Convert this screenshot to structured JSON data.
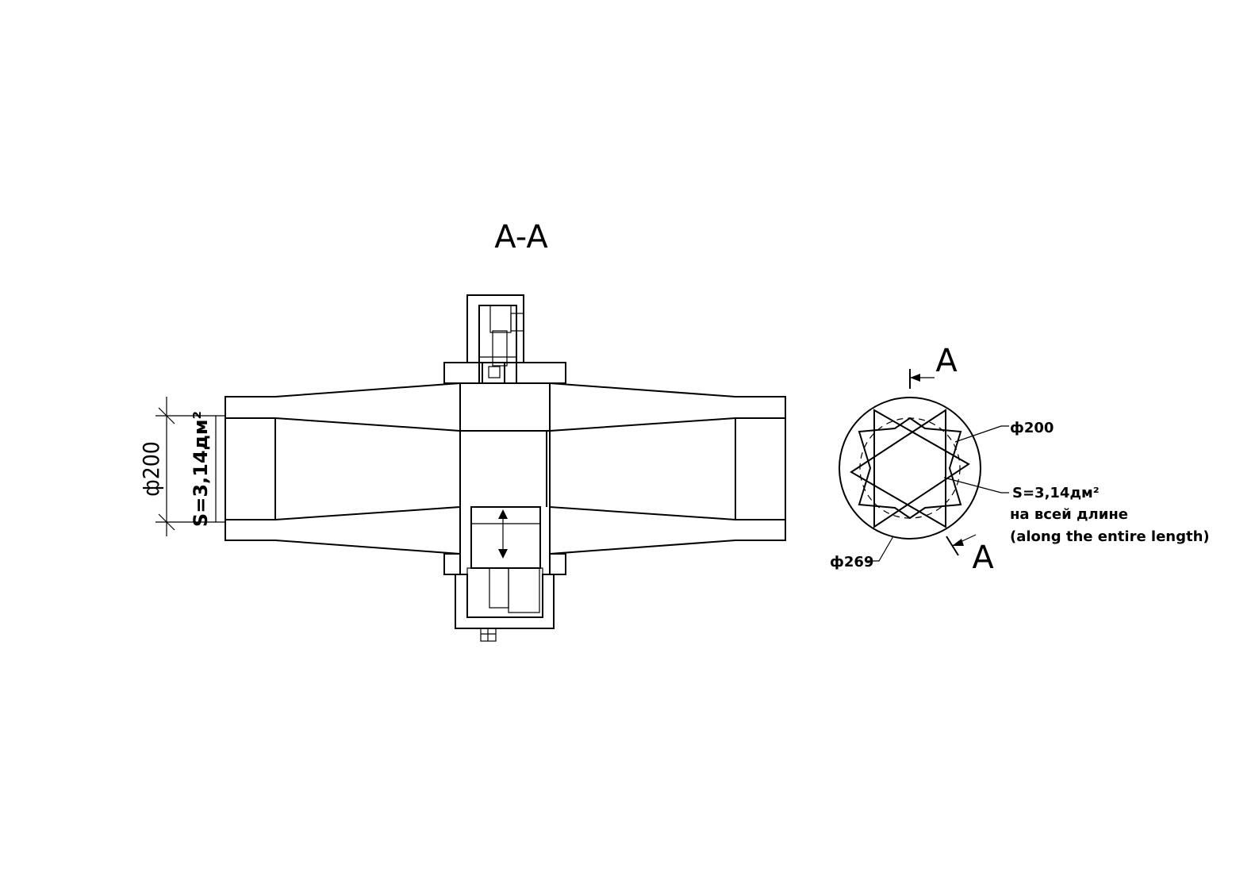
{
  "section_title": "A-A",
  "side_view": {
    "cut_label_top": "A",
    "cut_label_bottom": "A",
    "inner_diameter": "ф200",
    "outer_diameter": "ф269",
    "area_line1": "S=3,14дм²",
    "area_line2": "на всей длине",
    "area_line3": "(along the entire length)"
  },
  "main_view": {
    "diameter_label": "ф200",
    "area_label": "S=3,14дм²"
  }
}
